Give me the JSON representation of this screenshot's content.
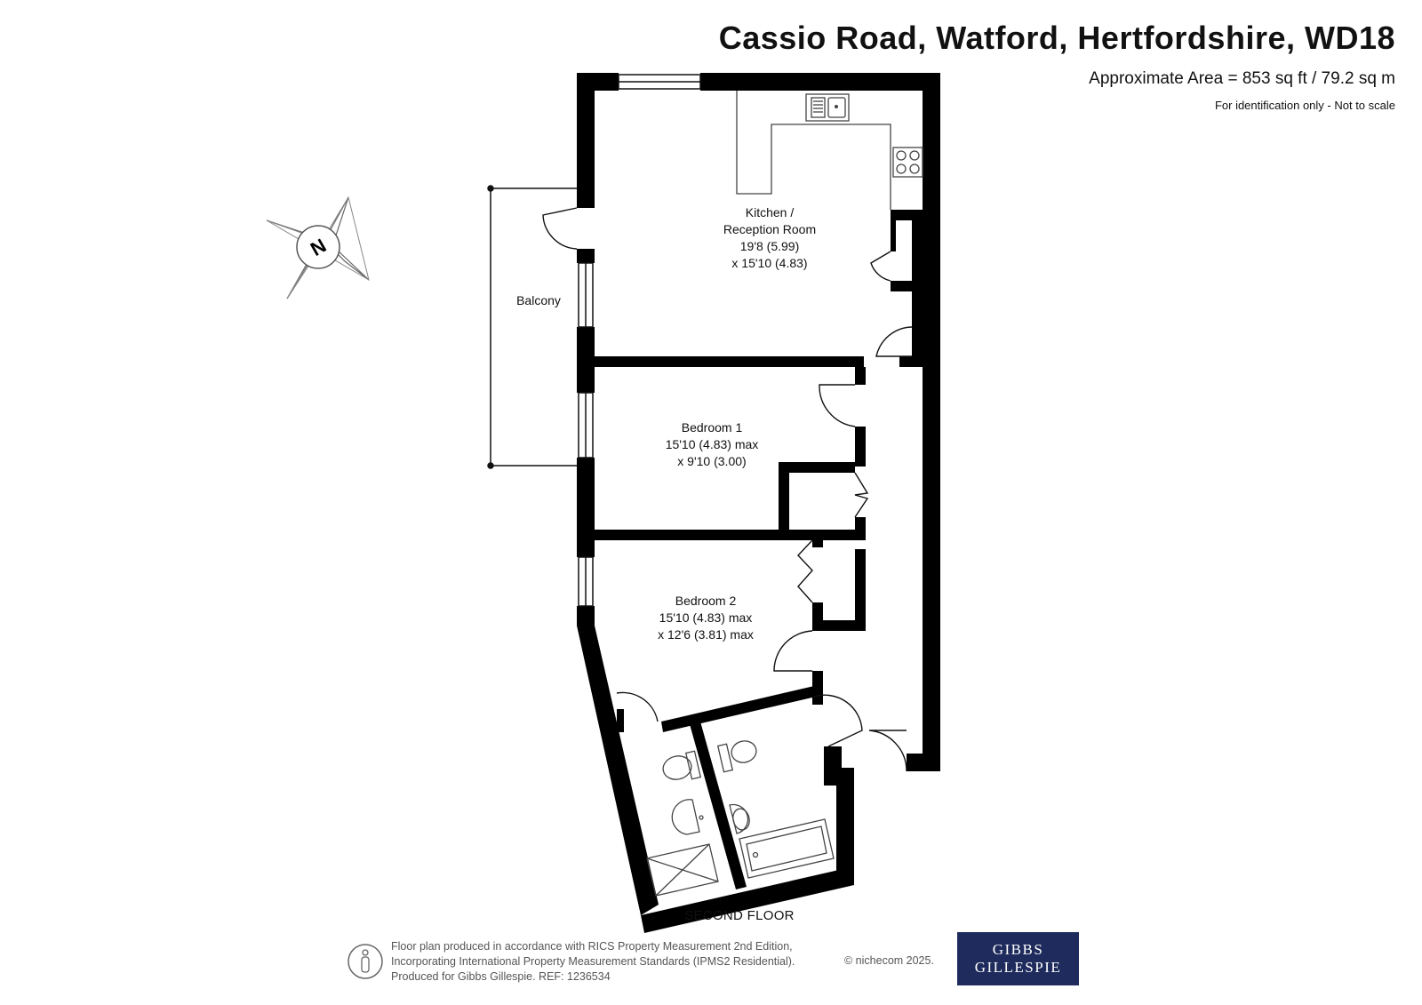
{
  "header": {
    "title": "Cassio Road, Watford, Hertfordshire, WD18",
    "area": "Approximate Area = 853 sq ft / 79.2 sq m",
    "note": "For identification only - Not to scale"
  },
  "compass": {
    "label": "N"
  },
  "rooms": {
    "kitchen": {
      "line1": "Kitchen /",
      "line2": "Reception Room",
      "line3": "19'8 (5.99)",
      "line4": "x 15'10 (4.83)"
    },
    "balcony": {
      "name": "Balcony"
    },
    "bedroom1": {
      "line1": "Bedroom 1",
      "line2": "15'10 (4.83) max",
      "line3": "x 9'10 (3.00)"
    },
    "bedroom2": {
      "line1": "Bedroom 2",
      "line2": "15'10 (4.83) max",
      "line3": "x 12'6 (3.81) max"
    }
  },
  "floor_label": "SECOND FLOOR",
  "footer": {
    "line1": "Floor plan produced in accordance with RICS Property Measurement 2nd Edition,",
    "line2": "Incorporating International Property Measurement Standards (IPMS2 Residential).",
    "line3": "Produced for Gibbs Gillespie.   REF:  1236534",
    "copyright": "© nichecom 2025."
  },
  "brand": {
    "line1": "GIBBS",
    "line2": "GILLESPIE",
    "bg_color": "#1e2b5c"
  },
  "colors": {
    "wall": "#000000",
    "fixture": "#444444"
  }
}
